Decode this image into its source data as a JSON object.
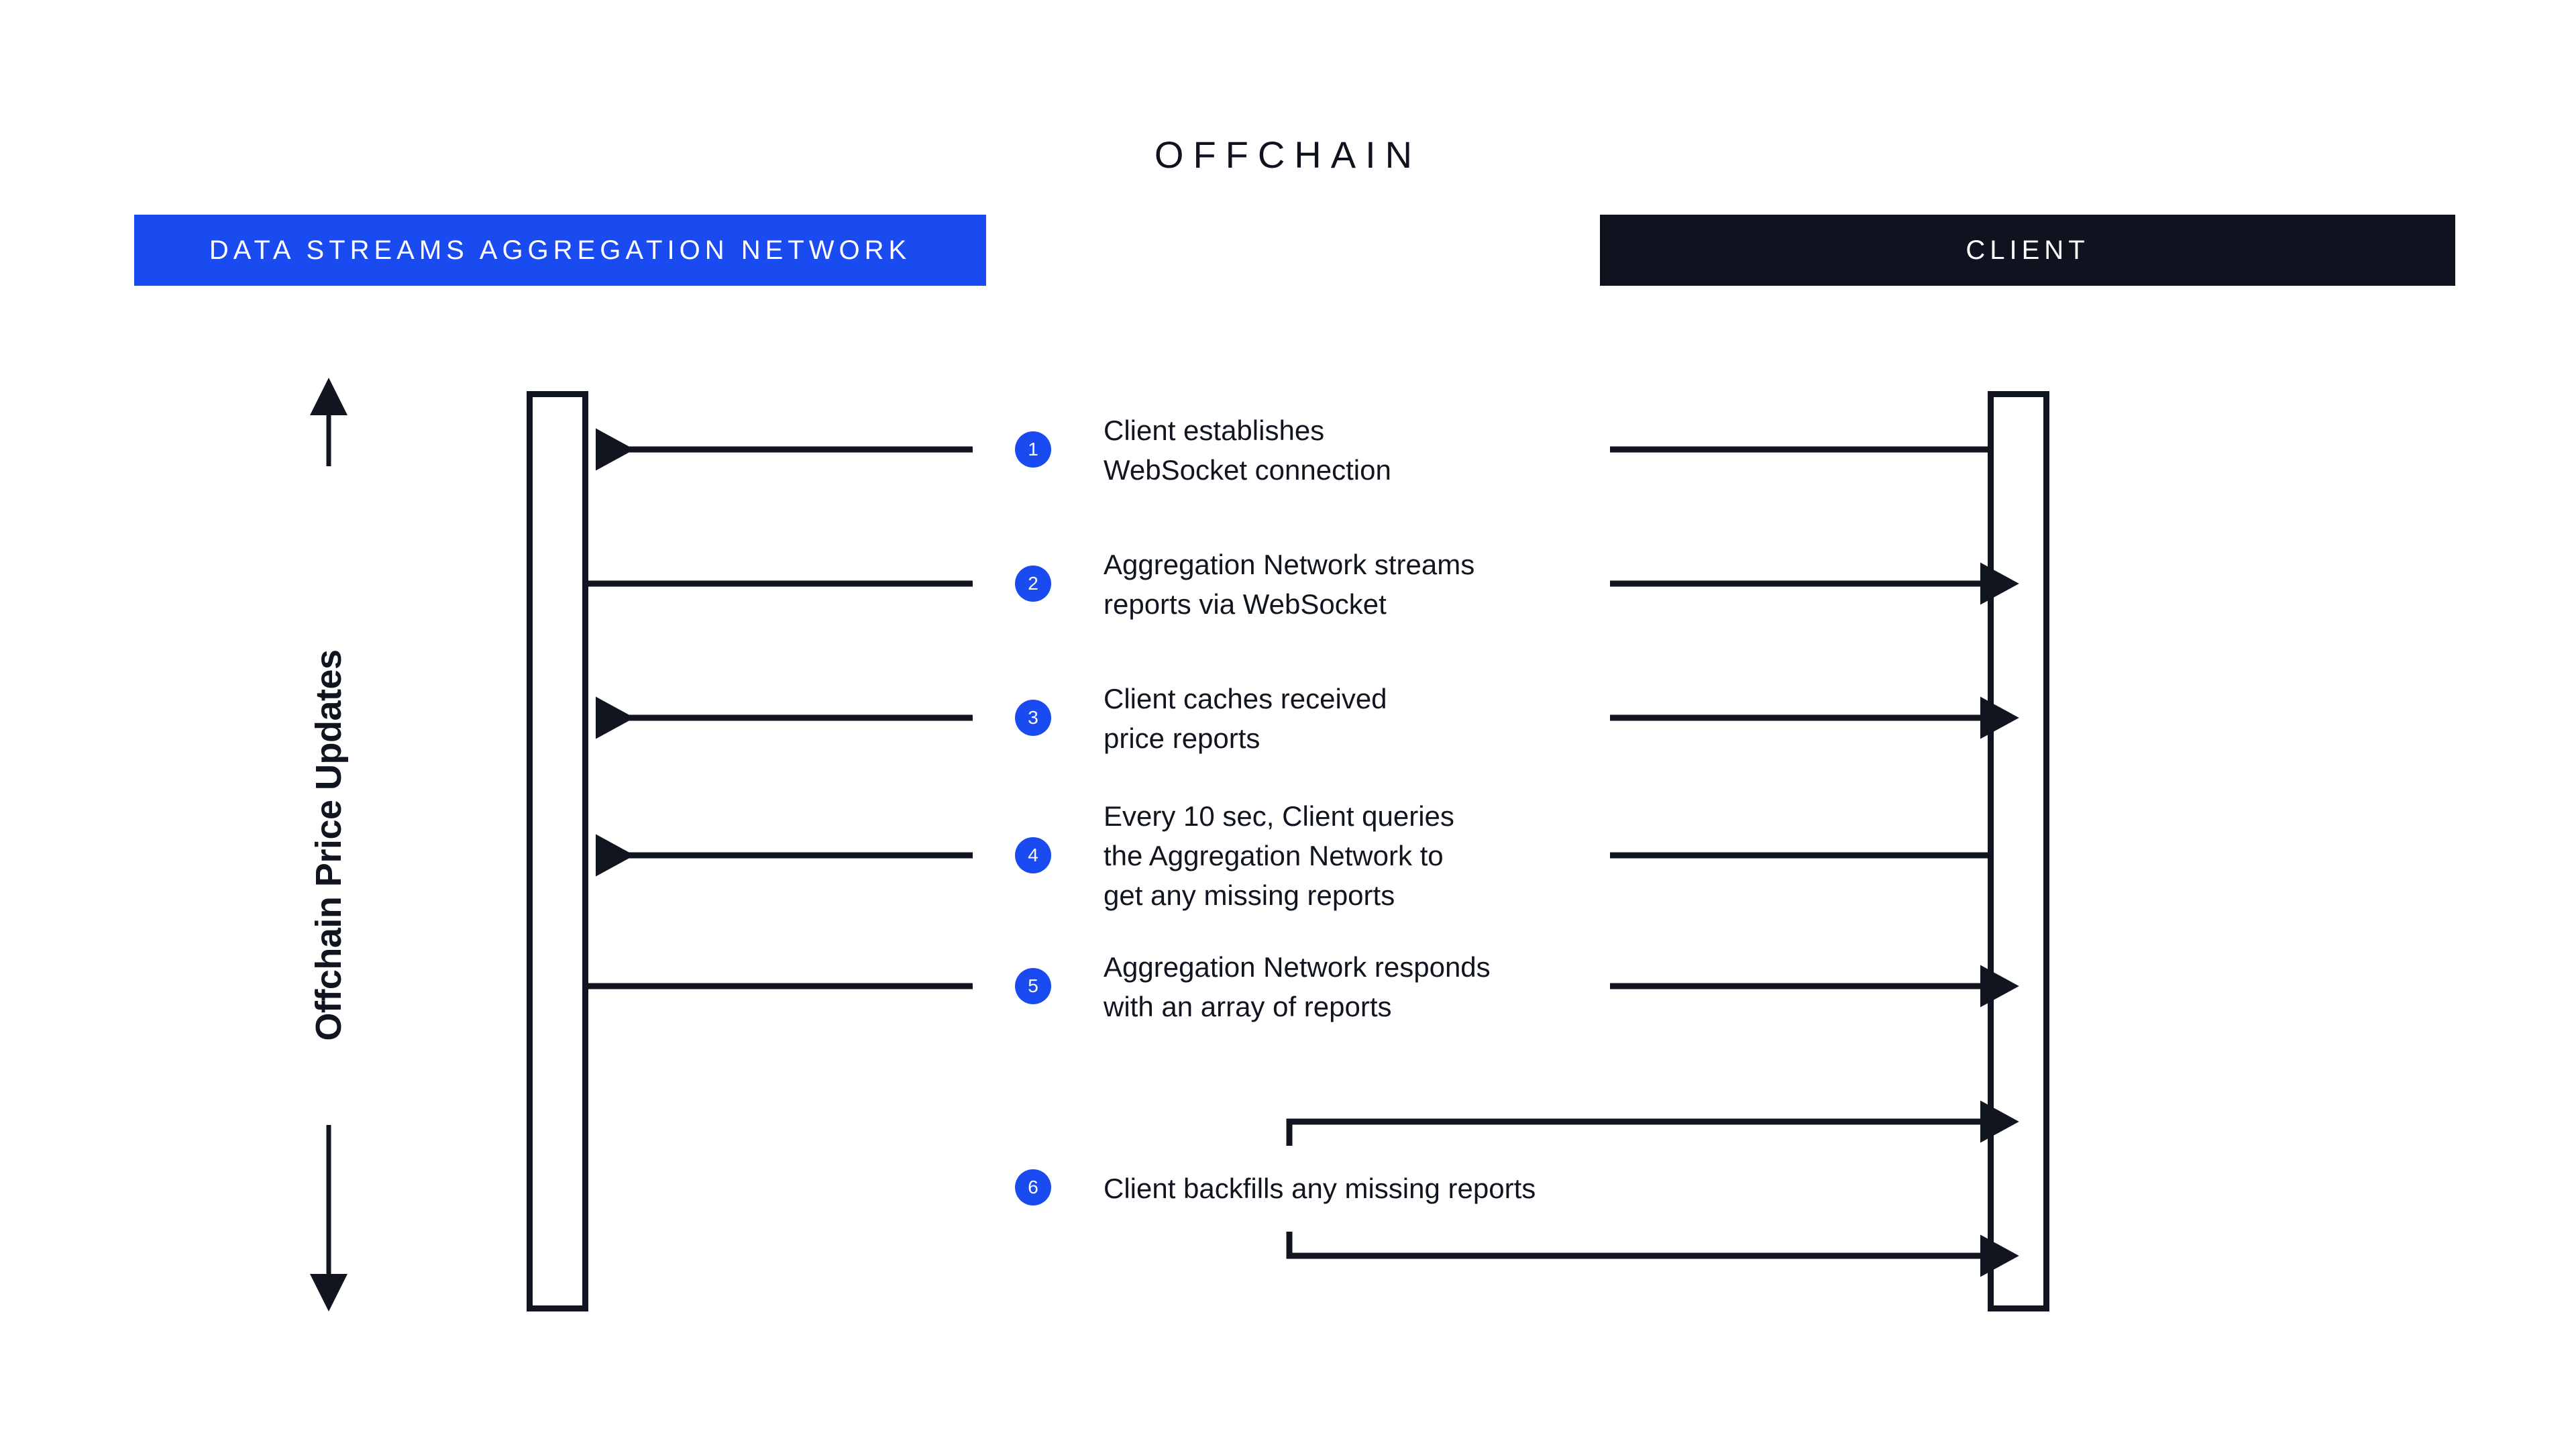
{
  "diagram": {
    "title": "OFFCHAIN",
    "axis_label": "Offchain Price Updates",
    "colors": {
      "accent_blue": "#1a4bf0",
      "dark": "#0e131f",
      "line": "#10151f",
      "background": "#ffffff"
    }
  },
  "lanes": [
    {
      "id": "network",
      "label": "DATA STREAMS AGGREGATION NETWORK",
      "style": "blue"
    },
    {
      "id": "client",
      "label": "CLIENT",
      "style": "dark"
    }
  ],
  "steps": [
    {
      "number": "1",
      "lines": [
        "Client establishes",
        "WebSocket connection"
      ],
      "direction": "client-to-network"
    },
    {
      "number": "2",
      "lines": [
        "Aggregation Network streams",
        "reports via WebSocket"
      ],
      "direction": "network-to-client"
    },
    {
      "number": "3",
      "lines": [
        "Client caches received",
        "price reports"
      ],
      "direction": "network-to-client-cached"
    },
    {
      "number": "4",
      "lines": [
        "Every 10 sec, Client queries",
        "the Aggregation Network to",
        "get any missing reports"
      ],
      "direction": "client-to-network"
    },
    {
      "number": "5",
      "lines": [
        "Aggregation Network responds",
        "with an array of reports"
      ],
      "direction": "network-to-client"
    },
    {
      "number": "6",
      "lines": [
        "Client backfills any missing reports"
      ],
      "direction": "client-self-loop"
    }
  ]
}
